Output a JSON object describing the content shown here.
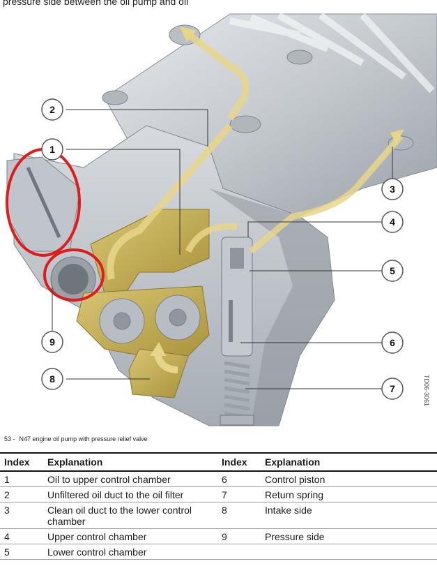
{
  "header_fragment": "pressure side between the oil pump and oil",
  "figure": {
    "callouts": [
      "1",
      "2",
      "3",
      "4",
      "5",
      "6",
      "7",
      "8",
      "9"
    ],
    "code": "TD06-3061"
  },
  "caption": {
    "number": "53 -",
    "text": "N47 engine oil pump with pressure relief valve"
  },
  "table": {
    "headers": [
      "Index",
      "Explanation",
      "Index",
      "Explanation"
    ],
    "rows": [
      {
        "i1": "1",
        "e1": "Oil to upper control chamber",
        "i2": "6",
        "e2": "Control piston"
      },
      {
        "i1": "2",
        "e1": "Unfiltered oil duct to the oil filter",
        "i2": "7",
        "e2": "Return spring"
      },
      {
        "i1": "3",
        "e1": "Clean oil duct to the lower control chamber",
        "i2": "8",
        "e2": "Intake side"
      },
      {
        "i1": "4",
        "e1": "Upper control chamber",
        "i2": "9",
        "e2": "Pressure side"
      },
      {
        "i1": "5",
        "e1": "Lower control chamber",
        "i2": "",
        "e2": ""
      }
    ]
  },
  "colors": {
    "housing": "#c9ced3",
    "housing_dark": "#8f969d",
    "oil": "#c9b45a",
    "highlight": "#e01b1b"
  }
}
